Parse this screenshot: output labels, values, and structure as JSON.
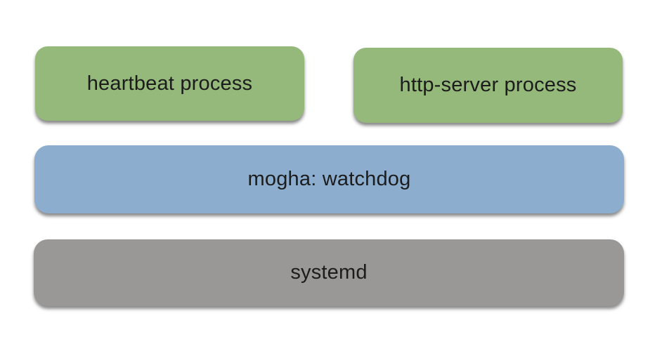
{
  "diagram": {
    "description": "process supervision stack diagram",
    "background_color": "#ffffff",
    "text_color": "#1c1c1c",
    "boxes": [
      {
        "id": "heartbeat-process",
        "label": "heartbeat process",
        "color": "#95b87b",
        "row": "top"
      },
      {
        "id": "http-server-process",
        "label": "http-server process",
        "color": "#95b87b",
        "row": "top"
      },
      {
        "id": "watchdog",
        "label": "mogha: watchdog",
        "color": "#8cadcd",
        "row": "middle"
      },
      {
        "id": "systemd",
        "label": "systemd",
        "color": "#9a9897",
        "row": "bottom"
      }
    ]
  }
}
